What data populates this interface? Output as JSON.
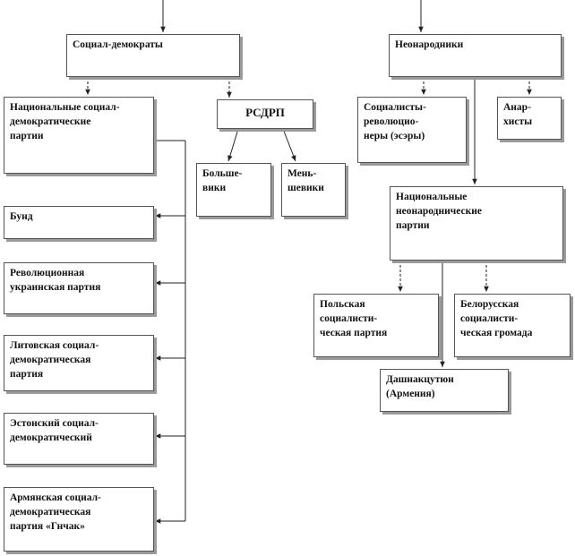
{
  "nodes": {
    "social_democrats": "Социал-демократы",
    "neonarodniki": "Неонародники",
    "national_sd": "Национальные социал-\nдемократические\nпартии",
    "rsdrp": "РСДРП",
    "bolsheviks": "Больше-\nвики",
    "mensheviks": "Мень-\nшевики",
    "sr": "Социалисты-\nреволюцио-\nнеры (эсэры)",
    "anarchists": "Анар-\nхисты",
    "national_neonar": "Национальные\nнеонароднические\nпартии",
    "bund": "Бунд",
    "ukr": "Революционная\nукраинская партия",
    "lit": "Литовская социал-\nдемократическая\nпартия",
    "est": "Эстонский социал-\nдемократический",
    "arm": "Армянская социал-\nдемократическая\nпартия «Гнчак»",
    "pol": "Польская\nсоциалисти-\nческая партия",
    "bel": "Белорусская\nсоциалисти-\nческая громада",
    "dash": "Дашнакцутюн\n(Армения)"
  }
}
